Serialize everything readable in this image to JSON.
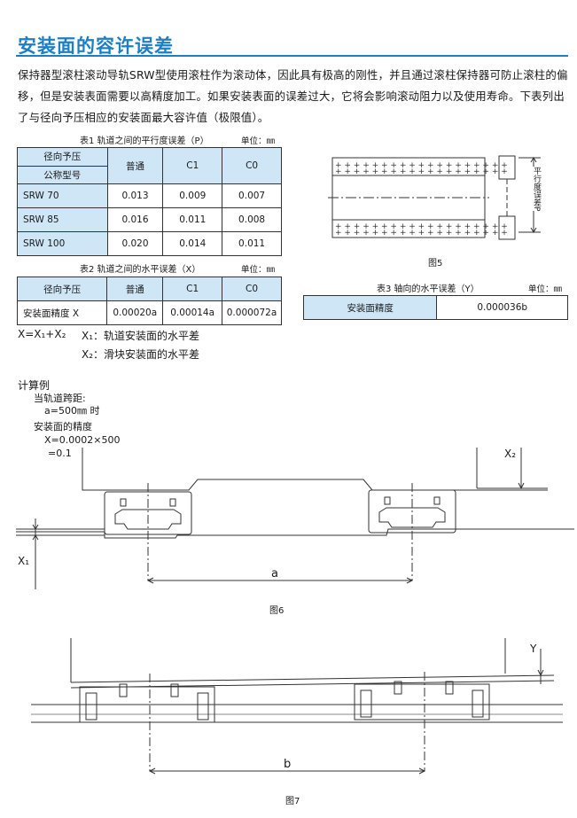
{
  "title": "安装面的容许误差",
  "intro": "保持器型滚柱滚动导轨SRW型使用滚柱作为滚动体，因此具有极高的刚性，并且通过滚柱保持器可防止滚柱的偏移，但是安装表面需要以高精度加工。如果安装表面的误差过大，它将会影响滚动阻力以及使用寿命。下表列出了与径向予压相应的安装面最大容许值（极限值）。",
  "table1": {
    "caption": "表1 轨道之间的平行度误差（P）",
    "unit": "单位：㎜",
    "header_top": "径向予压",
    "header_bottom": "公称型号",
    "columns": [
      "普通",
      "C1",
      "C0"
    ],
    "rows": [
      {
        "model": "SRW 70",
        "values": [
          "0.013",
          "0.009",
          "0.007"
        ]
      },
      {
        "model": "SRW 85",
        "values": [
          "0.016",
          "0.011",
          "0.008"
        ]
      },
      {
        "model": "SRW 100",
        "values": [
          "0.020",
          "0.014",
          "0.011"
        ]
      }
    ]
  },
  "table2": {
    "caption": "表2 轨道之间的水平误差（X）",
    "unit": "单位：㎜",
    "header": "径向予压",
    "columns": [
      "普通",
      "C1",
      "C0"
    ],
    "row_label": "安装面精度 X",
    "values": [
      "0.00020a",
      "0.00014a",
      "0.000072a"
    ]
  },
  "table3": {
    "caption": "表3 轴向的水平误差（Y）",
    "unit": "单位：㎜",
    "row_label": "安装面精度",
    "value": "0.000036b"
  },
  "formula": {
    "main": "X=X₁+X₂",
    "x1": "X₁：轨道安装面的水平差",
    "x2": "X₂：滑块安装面的水平差"
  },
  "calc": {
    "heading": "计算例",
    "line1": "当轨道跨距:",
    "line2": "a=500㎜ 时",
    "line3": "安装面的精度",
    "line4": "X=0.0002×500",
    "line5": "=0.1"
  },
  "fig5": {
    "label": "图5",
    "side_label": "平行度误差P"
  },
  "fig6": {
    "label": "图6",
    "x1": "X₁",
    "x2": "X₂",
    "a": "a"
  },
  "fig7": {
    "label": "图7",
    "y": "Y",
    "b": "b"
  },
  "colors": {
    "accent": "#1c7fc4",
    "table_header": "#cfe6f7"
  }
}
